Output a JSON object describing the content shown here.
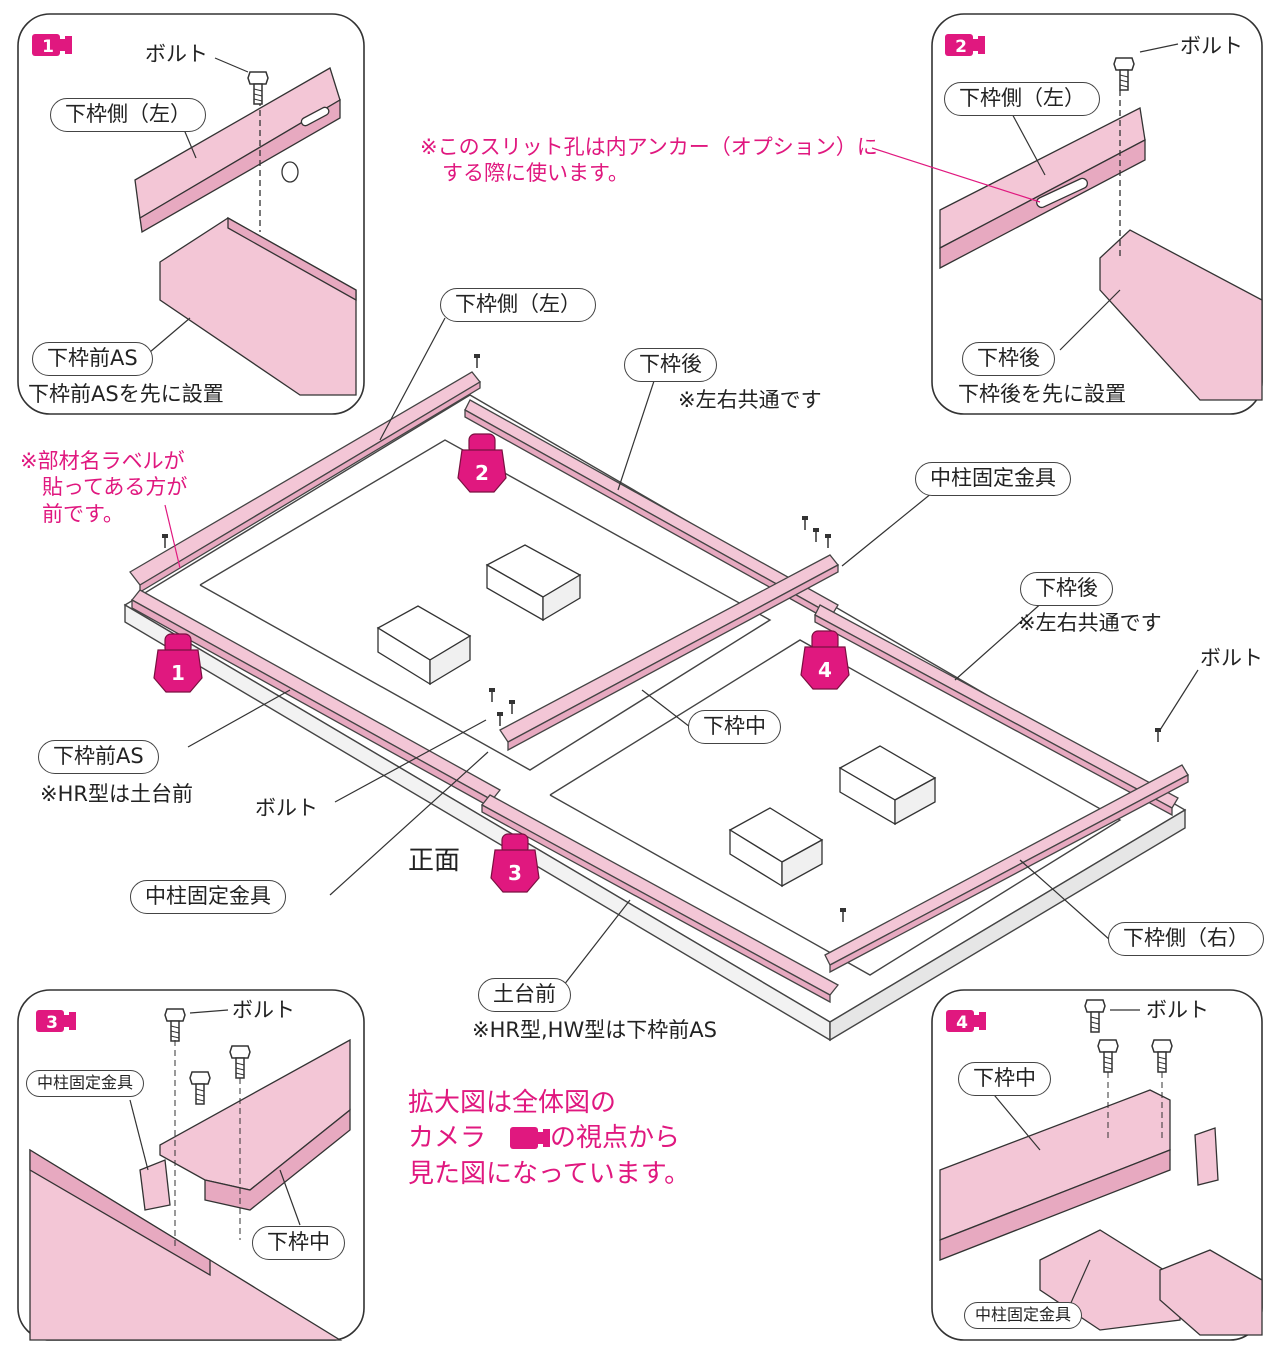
{
  "inset1": {
    "num": "1",
    "bolt": "ボルト",
    "part_top": "下枠側（左）",
    "part_bottom": "下枠前AS",
    "note": "下枠前ASを先に設置"
  },
  "inset2": {
    "num": "2",
    "bolt": "ボルト",
    "part_top": "下枠側（左）",
    "part_bottom": "下枠後",
    "note": "下枠後を先に設置"
  },
  "inset3": {
    "num": "3",
    "bolt": "ボルト",
    "part_bracket": "中柱固定金具",
    "part_beam": "下枠中"
  },
  "inset4": {
    "num": "4",
    "bolt": "ボルト",
    "part_beam": "下枠中",
    "part_bracket": "中柱固定金具"
  },
  "notes": {
    "slit_line1": "※このスリット孔は内アンカー（オプション）に",
    "slit_line2": "する際に使います。",
    "label_line1": "※部材名ラベルが",
    "label_line2": "貼ってある方が",
    "label_line3": "前です。",
    "zoom_line1": "拡大図は全体図の",
    "zoom_line2a": "カメラ",
    "zoom_line2b": "の視点から",
    "zoom_line3": "見た図になっています。"
  },
  "main": {
    "left_side": "下枠側（左）",
    "back_a": "下枠後",
    "back_a_note": "※左右共通です",
    "center_bracket_top": "中柱固定金具",
    "back_b": "下枠後",
    "back_b_note": "※左右共通です",
    "bolt_right": "ボルト",
    "front_as": "下枠前AS",
    "front_as_note": "※HR型は土台前",
    "bolt_center": "ボルト",
    "middle": "下枠中",
    "front_view": "正面",
    "center_bracket_bottom": "中柱固定金具",
    "base_front": "土台前",
    "base_front_note": "※HR型,HW型は下枠前AS",
    "right_side": "下枠側（右）",
    "cam1": "1",
    "cam2": "2",
    "cam3": "3",
    "cam4": "4"
  },
  "colors": {
    "accent": "#e0187f",
    "frame_pink": "#f3c6d6",
    "frame_edge": "#555555",
    "camera": "#e0187f"
  }
}
